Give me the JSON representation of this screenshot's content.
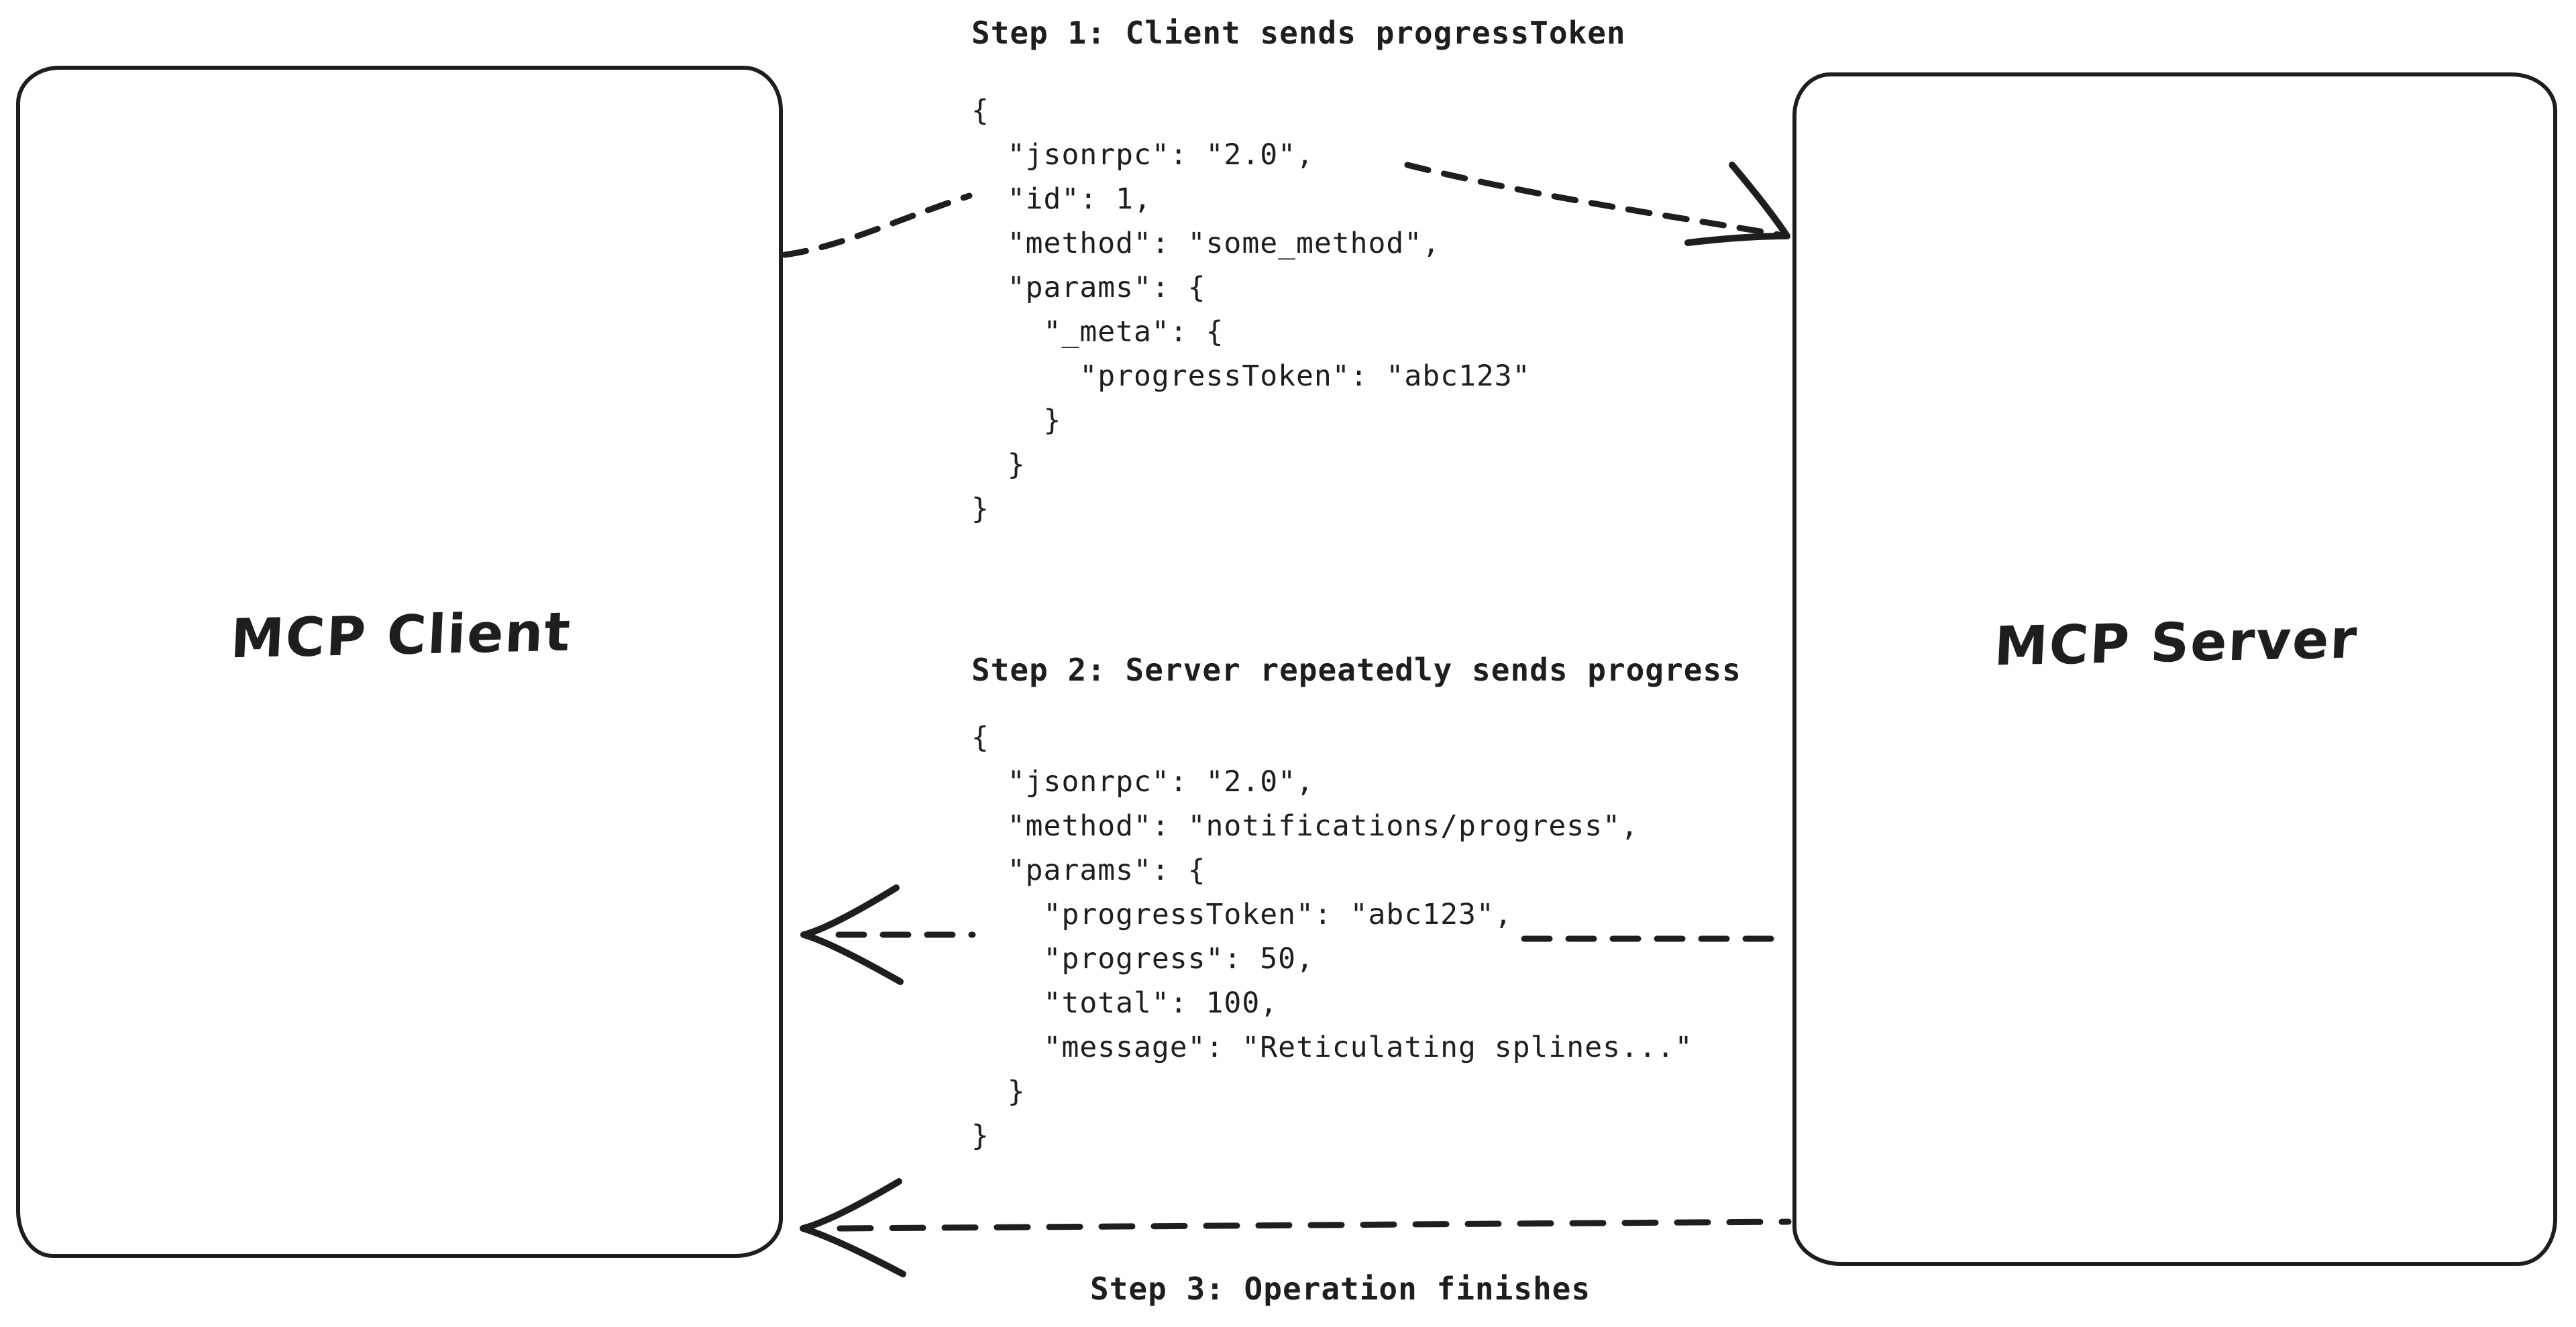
{
  "diagram": {
    "colors": {
      "stroke": "#1e1e1e",
      "background": "#ffffff"
    },
    "client": {
      "label": "MCP Client"
    },
    "server": {
      "label": "MCP Server"
    },
    "step1": {
      "title": "Step 1: Client sends progressToken",
      "code": "{\n  \"jsonrpc\": \"2.0\",\n  \"id\": 1,\n  \"method\": \"some_method\",\n  \"params\": {\n    \"_meta\": {\n      \"progressToken\": \"abc123\"\n    }\n  }\n}"
    },
    "step2": {
      "title": "Step 2: Server repeatedly sends progress",
      "code": "{\n  \"jsonrpc\": \"2.0\",\n  \"method\": \"notifications/progress\",\n  \"params\": {\n    \"progressToken\": \"abc123\",\n    \"progress\": 50,\n    \"total\": 100,\n    \"message\": \"Reticulating splines...\"\n  }\n}"
    },
    "step3": {
      "title": "Step 3: Operation finishes"
    }
  }
}
